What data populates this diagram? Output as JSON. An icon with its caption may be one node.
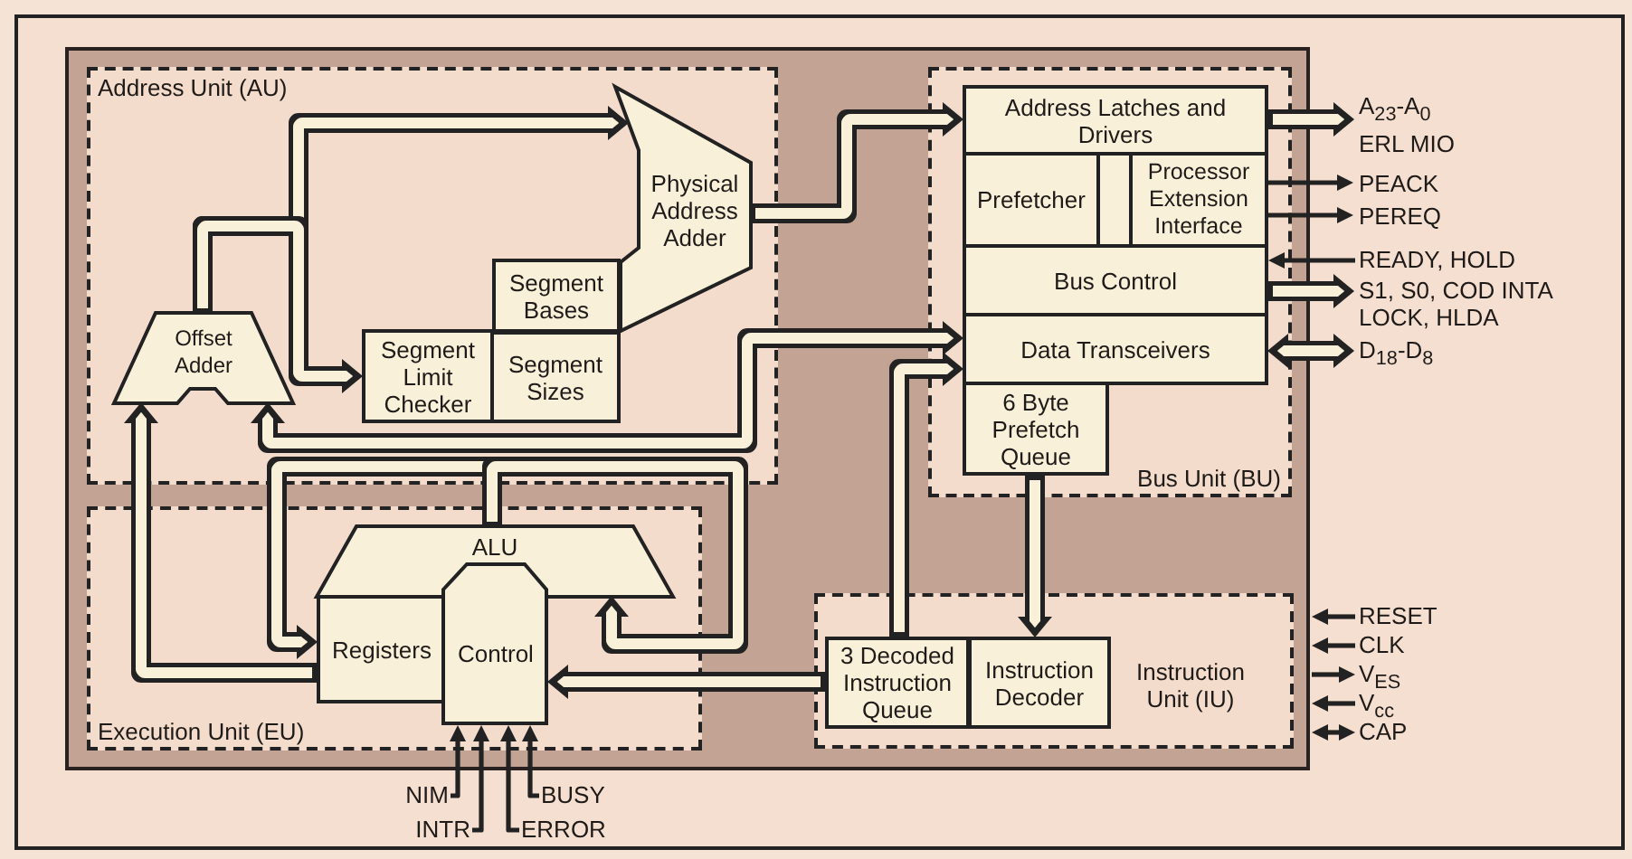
{
  "diagram": {
    "nodes": [
      {
        "text": [],
        "shape": "box"
      },
      {
        "text": [
          "Address Unit (AU)"
        ],
        "in": 0
      },
      {
        "text": [
          "Offset Adder"
        ],
        "in": 1
      },
      {
        "text": [
          "Physical Address Adder"
        ],
        "in": 1
      },
      {
        "text": [
          "Segment Bases"
        ],
        "in": 1
      },
      {
        "text": [
          "Segment Limit Checker"
        ],
        "in": 1
      },
      {
        "text": [
          "Segment Sizes"
        ],
        "in": 1
      },
      {
        "text": [
          "Bus Unit (BU)"
        ],
        "in": 0
      },
      {
        "text": [
          "Address Latches and Drivers"
        ],
        "in": 7
      },
      {
        "text": [
          "Prefetcher"
        ],
        "in": 7
      },
      {
        "text": [
          "Processor Extension Interface"
        ],
        "in": 7
      },
      {
        "text": [
          "Bus Control"
        ],
        "in": 7
      },
      {
        "text": [
          "Data Transceivers"
        ],
        "in": 7
      },
      {
        "text": [
          "6 Byte Prefetch Queue"
        ],
        "in": 7
      },
      {
        "text": [
          "Execution Unit (EU)"
        ],
        "in": 0
      },
      {
        "text": [
          "ALU"
        ],
        "in": 14
      },
      {
        "text": [
          "Registers"
        ],
        "in": 14
      },
      {
        "text": [
          "Control"
        ],
        "in": 14
      },
      {
        "text": [
          "Instruction Unit (IU)"
        ],
        "in": 0
      },
      {
        "text": [
          "3 Decoded Instruction Queue"
        ],
        "in": 18
      },
      {
        "text": [
          "Instruction Decoder"
        ],
        "in": 18
      },
      {
        "text": [
          "A$_{23}$-A$_{0}$ ERL MIO"
        ]
      },
      {
        "text": [
          "PEACK"
        ]
      },
      {
        "text": [
          "PEREQ"
        ]
      },
      {
        "text": [
          "READY, HOLD"
        ]
      },
      {
        "text": [
          "S1, S0, COD INTA LOCK, HLDA"
        ]
      },
      {
        "text": [
          "D$_{18}$-D$_{8}$"
        ]
      },
      {
        "text": [
          "RESET"
        ]
      },
      {
        "text": [
          "CLK"
        ]
      },
      {
        "text": [
          "V$_{ES}$"
        ]
      },
      {
        "text": [
          "V$_{cc}$"
        ]
      },
      {
        "text": [
          "CAP"
        ]
      },
      {
        "text": [
          "NIM"
        ]
      },
      {
        "text": [
          "INTR"
        ]
      },
      {
        "text": [
          "ERROR"
        ]
      },
      {
        "text": [
          "BUSY"
        ]
      }
    ],
    "edges": [
      {
        "from": 2,
        "to": 3,
        "arrow": "to"
      },
      {
        "from": 2,
        "to": 5,
        "arrow": "to"
      },
      {
        "from": 3,
        "to": 8,
        "arrow": "to"
      },
      {
        "from": 8,
        "to": 21,
        "arrow": "to"
      },
      {
        "from": 10,
        "to": 22,
        "arrow": "to"
      },
      {
        "from": 10,
        "to": 23,
        "arrow": "to"
      },
      {
        "from": 24,
        "to": 11,
        "arrow": "to"
      },
      {
        "from": 11,
        "to": 25,
        "arrow": "to"
      },
      {
        "from": 12,
        "to": 26,
        "arrow": "both"
      },
      {
        "from": 12,
        "to": 2,
        "arrow": "both"
      },
      {
        "from": 15,
        "to": 16,
        "arrow": "to"
      },
      {
        "from": 15,
        "to": 15,
        "arrow": "to"
      },
      {
        "from": 19,
        "to": 12,
        "arrow": "to"
      },
      {
        "from": 13,
        "to": 20,
        "arrow": "to"
      },
      {
        "from": 19,
        "to": 17,
        "arrow": "to"
      },
      {
        "from": 16,
        "to": 2,
        "arrow": "to"
      },
      {
        "from": 32,
        "to": 17,
        "arrow": "to"
      },
      {
        "from": 33,
        "to": 17,
        "arrow": "to"
      },
      {
        "from": 34,
        "to": 17,
        "arrow": "to"
      },
      {
        "from": 35,
        "to": 17,
        "arrow": "to"
      },
      {
        "from": 27,
        "to": 0,
        "arrow": "to"
      },
      {
        "from": 28,
        "to": 0,
        "arrow": "to"
      },
      {
        "from": 0,
        "to": 29,
        "arrow": "to"
      },
      {
        "from": 30,
        "to": 0,
        "arrow": "to"
      },
      {
        "from": 0,
        "to": 31,
        "arrow": "both"
      }
    ]
  }
}
